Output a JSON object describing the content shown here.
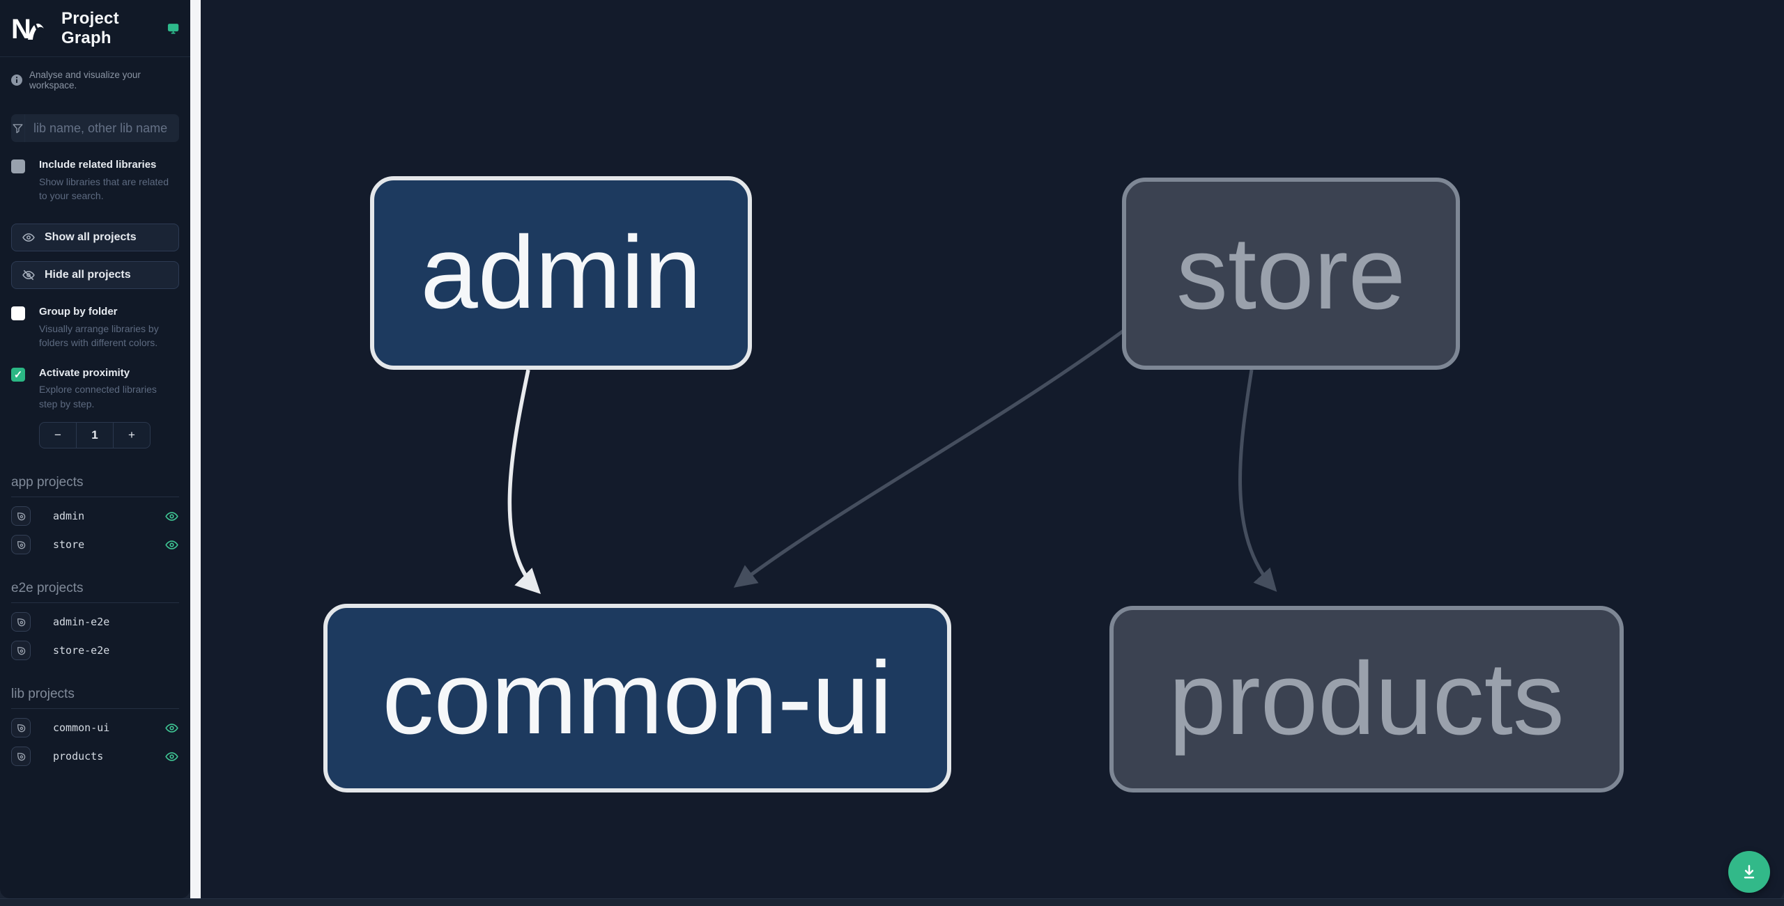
{
  "header": {
    "title": "Project Graph"
  },
  "sidebar": {
    "tagline": "Analyse and visualize your workspace.",
    "search": {
      "placeholder": "lib name, other lib name"
    },
    "include_related": {
      "label": "Include related libraries",
      "description": "Show libraries that are related to your search.",
      "checked": false
    },
    "show_all_label": "Show all projects",
    "hide_all_label": "Hide all projects",
    "group_by_folder": {
      "label": "Group by folder",
      "description": "Visually arrange libraries by folders with different colors.",
      "checked": false
    },
    "activate_proximity": {
      "label": "Activate proximity",
      "description": "Explore connected libraries step by step.",
      "checked": true
    },
    "stepper": {
      "decrement": "−",
      "value": "1",
      "increment": "+"
    },
    "sections": [
      {
        "title": "app projects",
        "items": [
          {
            "name": "admin",
            "visible": true
          },
          {
            "name": "store",
            "visible": true
          }
        ]
      },
      {
        "title": "e2e projects",
        "items": [
          {
            "name": "admin-e2e",
            "visible": false
          },
          {
            "name": "store-e2e",
            "visible": false
          }
        ]
      },
      {
        "title": "lib projects",
        "items": [
          {
            "name": "common-ui",
            "visible": true
          },
          {
            "name": "products",
            "visible": true
          }
        ]
      }
    ]
  },
  "graph": {
    "nodes": [
      {
        "id": "admin",
        "label": "admin",
        "state": "focused"
      },
      {
        "id": "store",
        "label": "store",
        "state": "faded"
      },
      {
        "id": "common-ui",
        "label": "common-ui",
        "state": "focused"
      },
      {
        "id": "products",
        "label": "products",
        "state": "faded"
      }
    ],
    "edges": [
      {
        "source": "admin",
        "target": "common-ui",
        "state": "focused"
      },
      {
        "source": "store",
        "target": "common-ui",
        "state": "faded"
      },
      {
        "source": "store",
        "target": "products",
        "state": "faded"
      }
    ]
  },
  "fab": {
    "action": "download"
  },
  "colors": {
    "accent": "#2eb98b",
    "eye_green": "#3fc493",
    "node_focused_fill": "#1d3a5f",
    "node_focused_border": "#e4e7ea",
    "node_faded_fill": "#3b4251",
    "node_faded_border": "#7e8795",
    "edge_focused": "#e9ebee",
    "edge_faded": "#454e5e",
    "sidebar_bg": "#111927",
    "canvas_bg": "#131b2b"
  }
}
